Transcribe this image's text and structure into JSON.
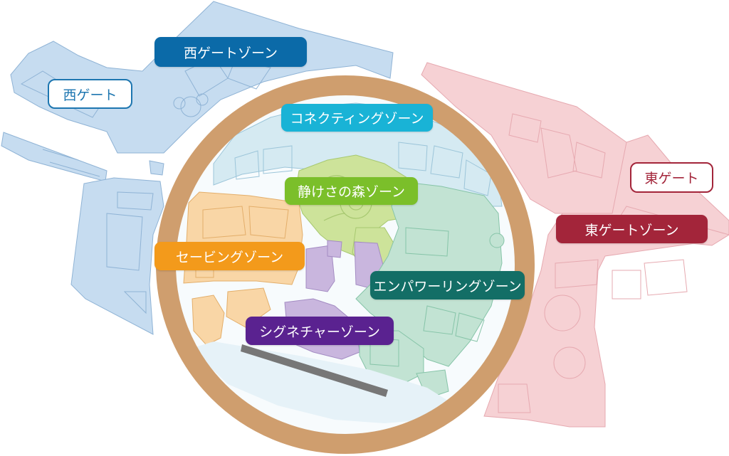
{
  "zones": {
    "west": {
      "label": "西ゲートゾーン",
      "color": "#0b6aa8"
    },
    "connecting": {
      "label": "コネクティングゾーン",
      "color": "#19b3d6"
    },
    "forest": {
      "label": "静けさの森ゾーン",
      "color": "#7bbf2a"
    },
    "saving": {
      "label": "セービングゾーン",
      "color": "#f39a1b"
    },
    "empowering": {
      "label": "エンパワーリングゾーン",
      "color": "#136e66"
    },
    "signature": {
      "label": "シグネチャーゾーン",
      "color": "#5a2290"
    },
    "east": {
      "label": "東ゲートゾーン",
      "color": "#a3253a"
    }
  },
  "gates": {
    "west": {
      "label": "西ゲート",
      "color": "#1d76b0"
    },
    "east": {
      "label": "東ゲート",
      "color": "#a3253a"
    }
  },
  "colors": {
    "ring": "#cf9e6e",
    "west_area": "#c6dcf0",
    "east_area": "#f6d1d4",
    "connecting_area": "#d5eaf2",
    "saving_area": "#f9d6a6",
    "signature_area": "#c9b6de",
    "empowering_area": "#c2e3d3",
    "forest_area": "#cde39a",
    "water": "#e6f2f8"
  }
}
